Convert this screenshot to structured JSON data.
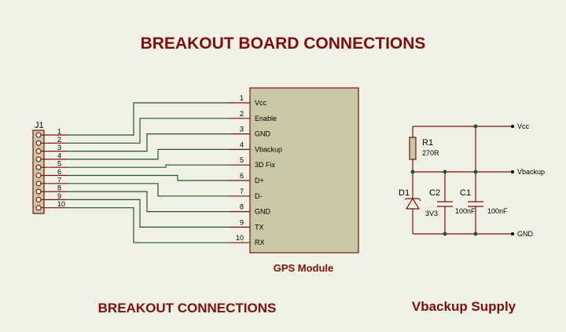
{
  "titles": {
    "main": "BREAKOUT BOARD CONNECTIONS",
    "left": "BREAKOUT CONNECTIONS",
    "right": "Vbackup Supply"
  },
  "connector": {
    "ref": "J1",
    "pins": [
      "1",
      "2",
      "3",
      "4",
      "5",
      "6",
      "7",
      "8",
      "9",
      "10"
    ]
  },
  "module": {
    "name": "GPS Module",
    "pins": [
      {
        "num": "1",
        "label": "Vcc"
      },
      {
        "num": "2",
        "label": "Enable"
      },
      {
        "num": "3",
        "label": "GND"
      },
      {
        "num": "4",
        "label": "Vbackup"
      },
      {
        "num": "5",
        "label": "3D Fix"
      },
      {
        "num": "6",
        "label": "D+"
      },
      {
        "num": "7",
        "label": "D-"
      },
      {
        "num": "8",
        "label": "GND"
      },
      {
        "num": "9",
        "label": "TX"
      },
      {
        "num": "10",
        "label": "RX"
      }
    ]
  },
  "supply": {
    "nets": {
      "vcc": "Vcc",
      "vbackup": "Vbackup",
      "gnd": "GND"
    },
    "r1": {
      "ref": "R1",
      "value": "270R"
    },
    "d1": {
      "ref": "D1",
      "value": "3V3"
    },
    "c2": {
      "ref": "C2",
      "value": "100nF"
    },
    "c1": {
      "ref": "C1",
      "value": "100nF"
    }
  },
  "colors": {
    "background": "#f0f0e4",
    "title": "#7a1010",
    "wire": "#1f5a1f",
    "component": "#7a1010",
    "module_fill": "#c8c8a4"
  }
}
